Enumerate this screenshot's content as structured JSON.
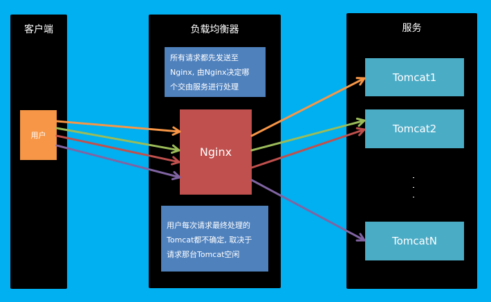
{
  "columns": {
    "client": {
      "title": "客户端"
    },
    "load_balancer": {
      "title": "负载均衡器"
    },
    "services": {
      "title": "服务"
    }
  },
  "client_node": {
    "label": "用户"
  },
  "nginx_node": {
    "label": "Nginx"
  },
  "notes": {
    "top": [
      "所有请求都先发送至",
      "Nginx, 由Nginx决定哪",
      "个交由服务进行处理"
    ],
    "bottom": [
      "用户每次请求最终处理的",
      "Tomcat都不确定, 取决于",
      "请求那台Tomcat空闲"
    ]
  },
  "servers": [
    {
      "label": "Tomcat1"
    },
    {
      "label": "Tomcat2"
    },
    {
      "label": "TomcatN"
    }
  ],
  "ellipsis": "···",
  "colors": {
    "background": "#00b0f0",
    "column": "#000000",
    "note": "#4f81bd",
    "nginx": "#c0504d",
    "user": "#f79646",
    "tomcat": "#4bacc6",
    "arrow_orange": "#f79646",
    "arrow_green": "#9bbb59",
    "arrow_red": "#c0504d",
    "arrow_purple": "#8064a2"
  },
  "connections": [
    {
      "from": "用户",
      "to": "Nginx",
      "color": "orange"
    },
    {
      "from": "用户",
      "to": "Nginx",
      "color": "green"
    },
    {
      "from": "用户",
      "to": "Nginx",
      "color": "red"
    },
    {
      "from": "用户",
      "to": "Nginx",
      "color": "purple"
    },
    {
      "from": "Nginx",
      "to": "Tomcat1",
      "color": "orange"
    },
    {
      "from": "Nginx",
      "to": "Tomcat2",
      "color": "green"
    },
    {
      "from": "Nginx",
      "to": "Tomcat2",
      "color": "red"
    },
    {
      "from": "Nginx",
      "to": "TomcatN",
      "color": "purple"
    }
  ]
}
